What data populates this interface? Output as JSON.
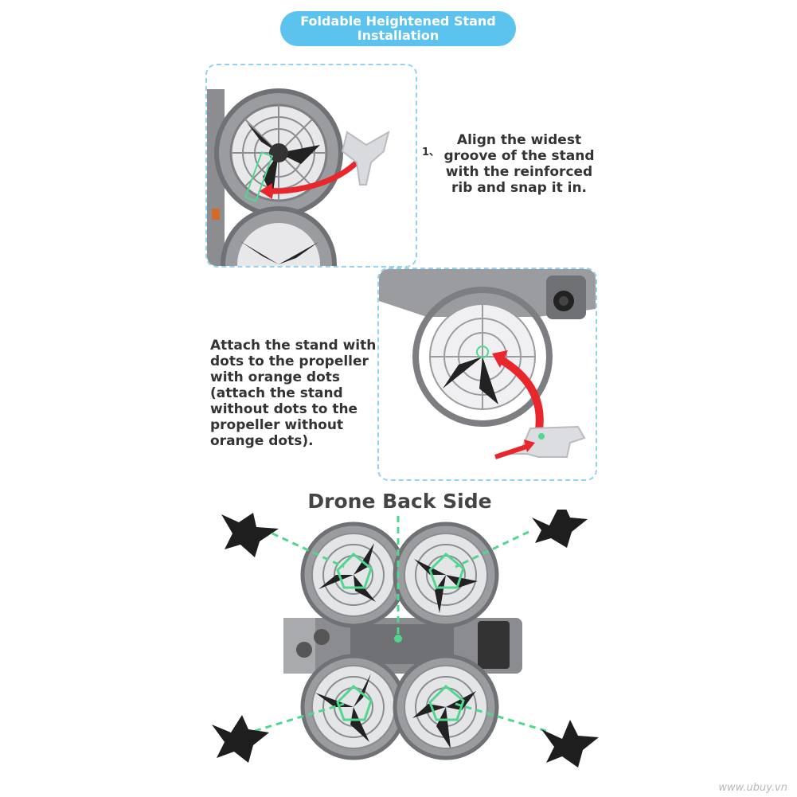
{
  "header": {
    "title_line1": "Foldable Heightened Stand",
    "title_line2": "Installation"
  },
  "step1": {
    "number": "1、",
    "text": "Align the widest groove of the stand with the reinforced rib and snap it in."
  },
  "step2": {
    "text": "Attach the stand with dots to the propeller with orange dots (attach the stand without dots to the propeller without orange dots)."
  },
  "diagram": {
    "title": "Drone Back Side"
  },
  "watermark": "www.ubuy.vn",
  "colors": {
    "accent": "#5cc3ef",
    "panel_border": "#8fd3f0",
    "arrow": "#e8262b",
    "guide": "#4fd88d",
    "stand": "#1e1e1e",
    "drone": "#8a8c90"
  }
}
